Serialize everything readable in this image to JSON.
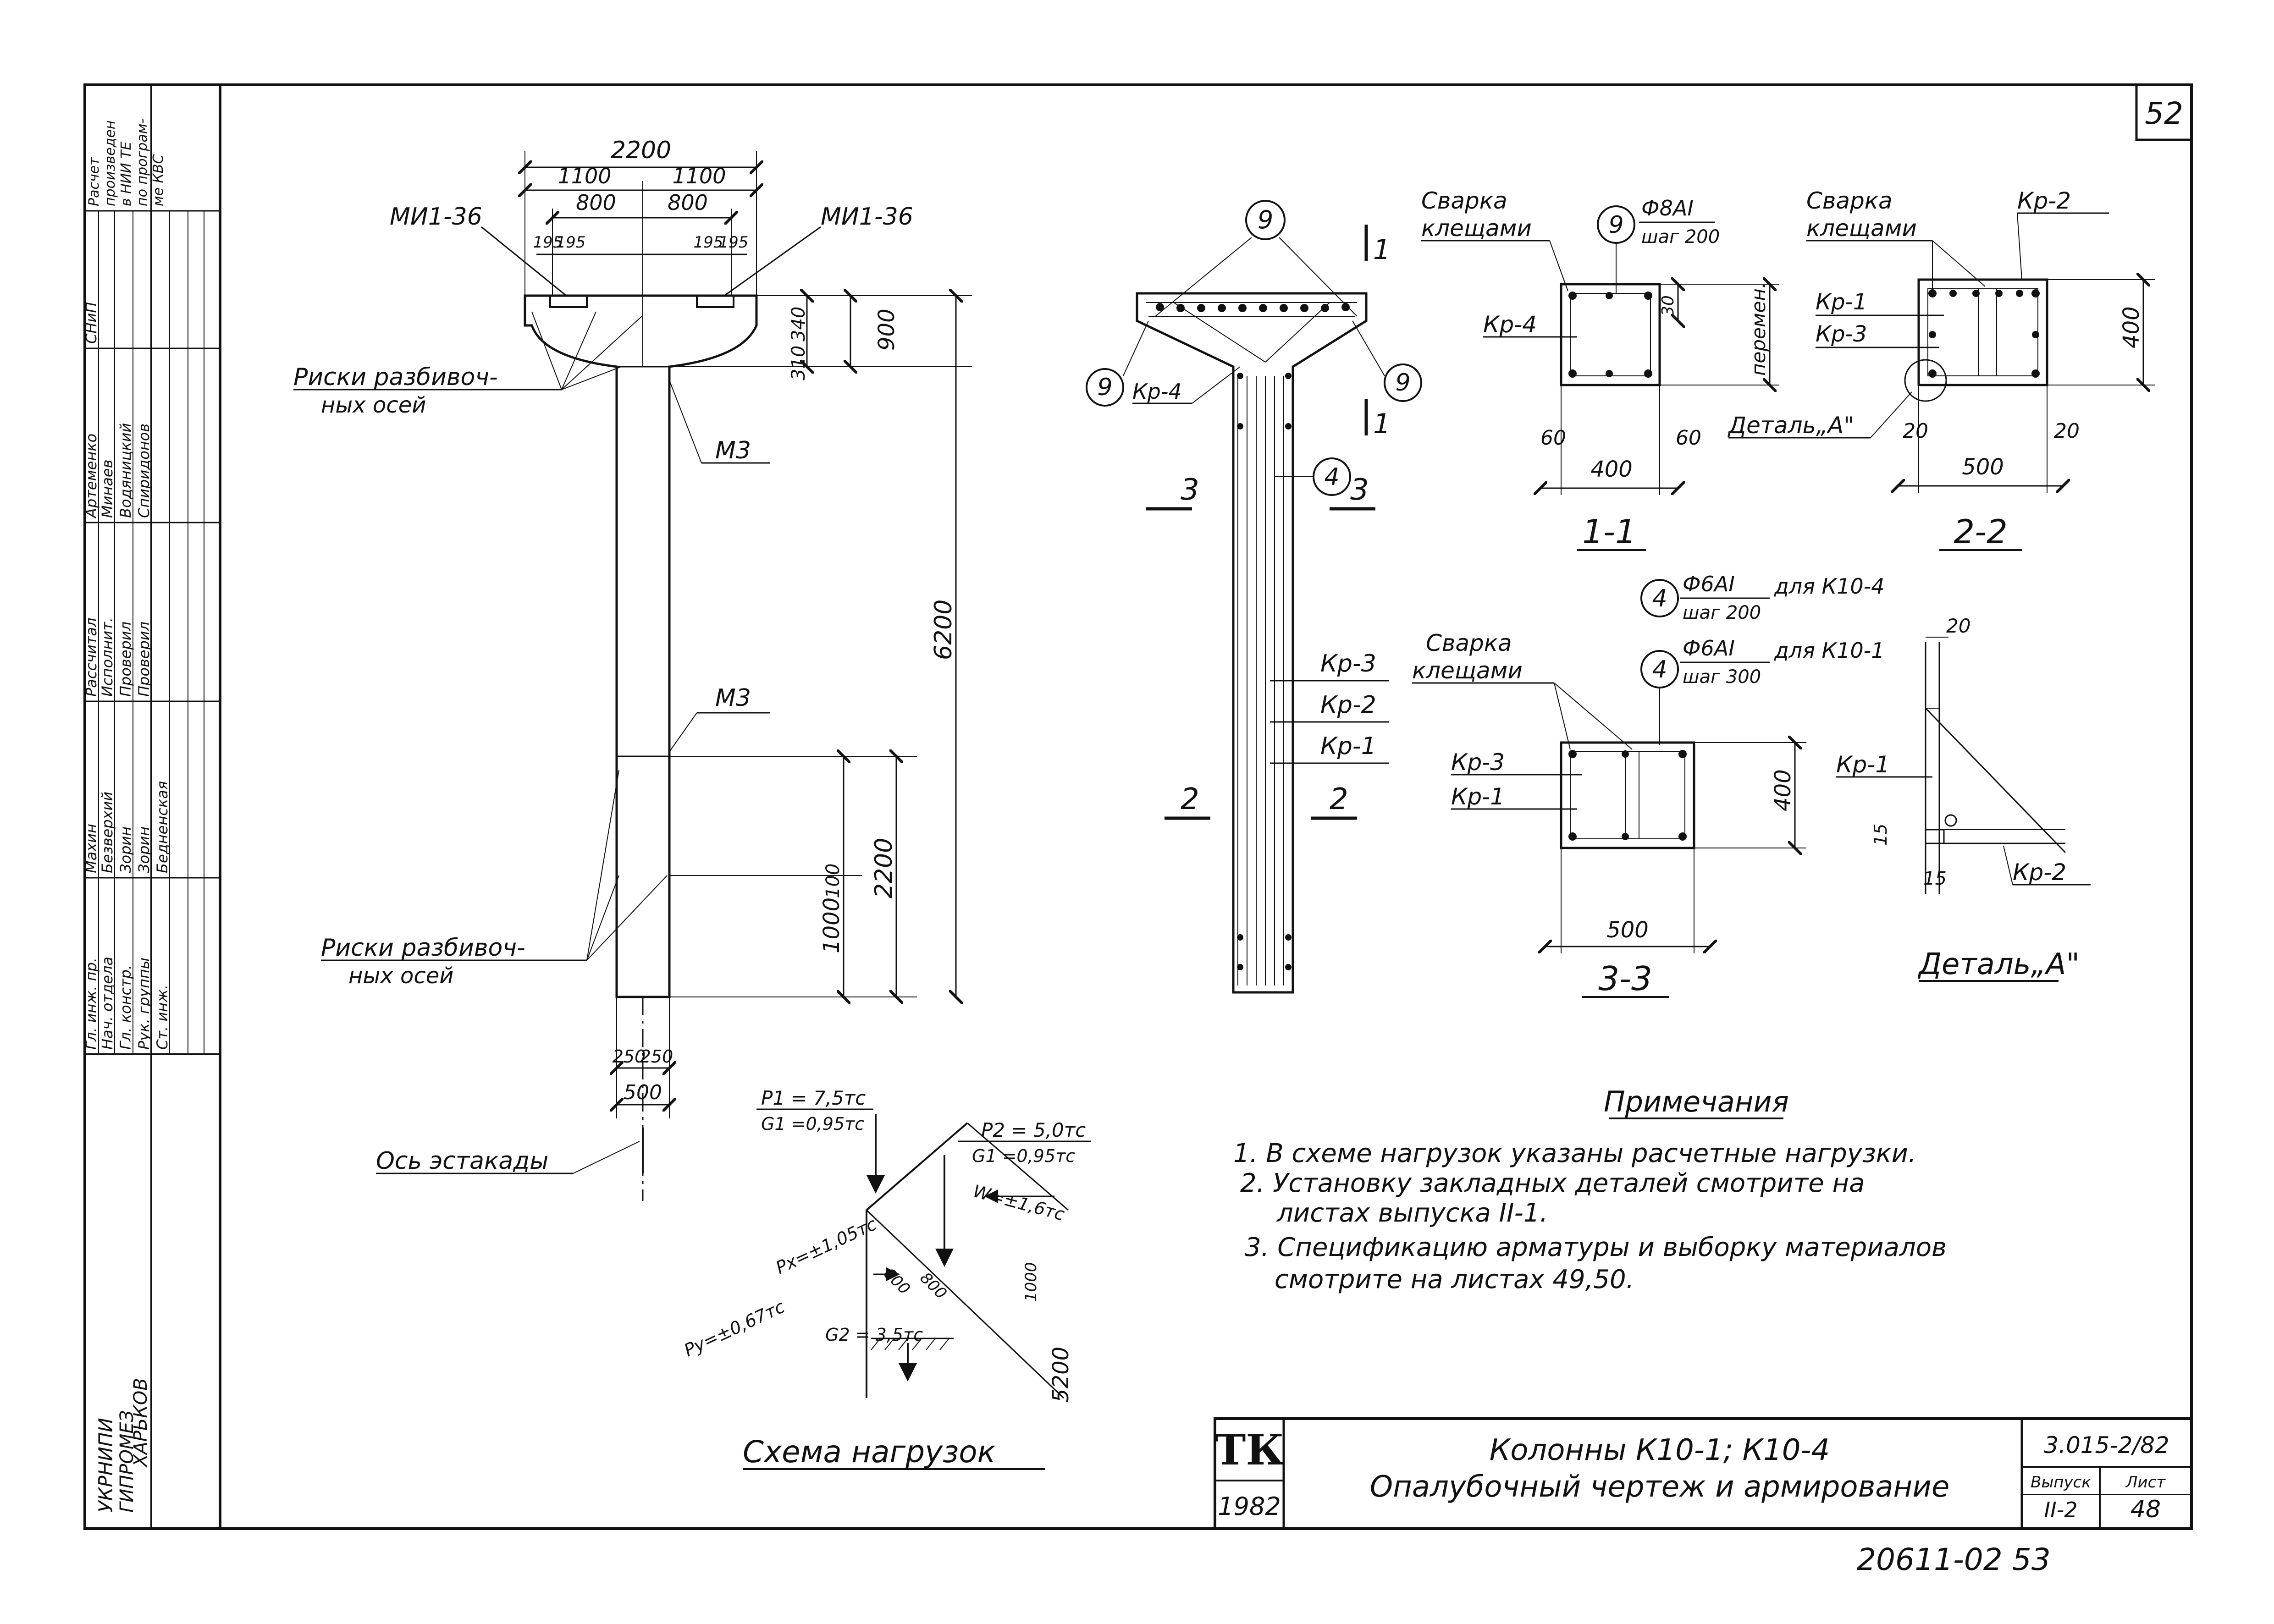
{
  "sheet_number": "52",
  "bottom_stamp": "20611-02   53",
  "stamp_org": [
    "УКРНИПИ",
    "ГИПРОМЕЗ",
    "ХАРЬКОВ"
  ],
  "stamp_roles": [
    "Гл. инж. пр.",
    "Нач. отдела",
    "Гл. констр.",
    "Рук. группы",
    "Ст. инж."
  ],
  "stamp_names_1": [
    "Махин",
    "Безверхий",
    "Зорин",
    "Зорин",
    "Бедненская"
  ],
  "stamp_roles_2": [
    "Рассчитал",
    "Исполнит.",
    "Проверил",
    "Проверил"
  ],
  "stamp_names_2": [
    "Артеменко",
    "Минаев",
    "Водяницкий",
    "Спиридонов"
  ],
  "stamp_names_3": [
    "СНиП",
    "",
    "",
    ""
  ],
  "stamp_note": [
    "Расчет",
    "произведен",
    "в НИИ ТЕ",
    "по програм-",
    "ме КВС"
  ],
  "title": {
    "badge": "ТК",
    "year": "1982",
    "line1": "Колонны К10-1; К10-4",
    "line2": "Опалубочный чертеж и армирование",
    "code": "3.015-2/82",
    "issue_label": "Выпуск",
    "issue_value": "II-2",
    "sheet_label": "Лист",
    "sheet_value": "48"
  },
  "formwork": {
    "dim_top": "2200",
    "dim_half_left": "1100",
    "dim_half_right": "1100",
    "dim_800_left": "800",
    "dim_800_right": "800",
    "dim_195a": "195",
    "dim_195b": "195",
    "dim_195c": "195",
    "dim_195d": "195",
    "embedded_left": "МИ1-36",
    "embedded_right": "МИ1-36",
    "dim_900": "900",
    "dim_340": "340",
    "dim_310": "310",
    "dim_6200": "6200",
    "dim_2200": "2200",
    "dim_100": "100",
    "dim_1000": "1000",
    "dim_250a": "250",
    "dim_250b": "250",
    "dim_500": "500",
    "risk_top_1": "Риски разбивоч-",
    "risk_top_2": "ных    осей",
    "risk_bot_1": "Риски разбивоч-",
    "risk_bot_2": "ных    осей",
    "m3_top": "М3",
    "m3_mid": "М3",
    "axis_label": "Ось эстакады"
  },
  "reinforcement": {
    "tag_9_top": "9",
    "tag_9_left": "9",
    "tag_9_right": "9",
    "kr4": "Кр-4",
    "tag_4": "4",
    "sec_3_left": "3",
    "sec_3_right": "3",
    "sec_2_left": "2",
    "sec_2_right": "2",
    "sec_1_top": "1",
    "sec_1_bot": "1",
    "kr3": "Кр-3",
    "kr2": "Кр-2",
    "kr1": "Кр-1"
  },
  "section_11": {
    "welding_1": "Сварка",
    "welding_2": "клещами",
    "tag": "9",
    "bar_1": "Ф8АI",
    "bar_2": "шаг 200",
    "kr4": "Кр-4",
    "dim_30": "30",
    "permen": "перемен.",
    "dim_60a": "60",
    "dim_60b": "60",
    "dim_400": "400",
    "label": "1-1"
  },
  "section_22": {
    "welding_1": "Сварка",
    "welding_2": "клещами",
    "kr2": "Кр-2",
    "kr1": "Кр-1",
    "kr3": "Кр-3",
    "detail": "Деталь„А\"",
    "dim_400": "400",
    "dim_20a": "20",
    "dim_20b": "20",
    "dim_500": "500",
    "label": "2-2"
  },
  "stirrups": {
    "tag_a": "4",
    "bar_a_1": "Ф6АI",
    "bar_a_2": "шаг 200",
    "for_a": "для К10-4",
    "tag_b": "4",
    "bar_b_1": "Ф6АI",
    "bar_b_2": "шаг 300",
    "for_b": "для К10-1"
  },
  "section_33": {
    "welding_1": "Сварка",
    "welding_2": "клещами",
    "kr3": "Кр-3",
    "kr1": "Кр-1",
    "dim_400": "400",
    "dim_500": "500",
    "label": "3-3"
  },
  "detail_a": {
    "dim_20": "20",
    "kr1": "Кр-1",
    "dim_15a": "15",
    "dim_15b": "15",
    "kr2": "Кр-2",
    "label": "Деталь„А\""
  },
  "loads": {
    "p1": "P1 = 7,5тс",
    "g1_left": "G1 =0,95тс",
    "p2": "P2 = 5,0тс",
    "g1_right": "G1 =0,95тс",
    "w": "W=±1,6тс",
    "px": "Px=±1,05тс",
    "py": "Py=±0,67тс",
    "g2": "G2 = 3,5тс",
    "dim_600": "600",
    "dim_800": "800",
    "dim_1000": "1000",
    "dim_5200": "5200",
    "title": "Схема нагрузок"
  },
  "notes": {
    "heading": "Примечания",
    "items": [
      "1. В схеме нагрузок указаны расчетные нагрузки.",
      "2. Установку закладных деталей смотрите на",
      "листах выпуска II-1.",
      "3. Спецификацию арматуры и выборку материалов",
      "смотрите на листах 49,50."
    ]
  }
}
